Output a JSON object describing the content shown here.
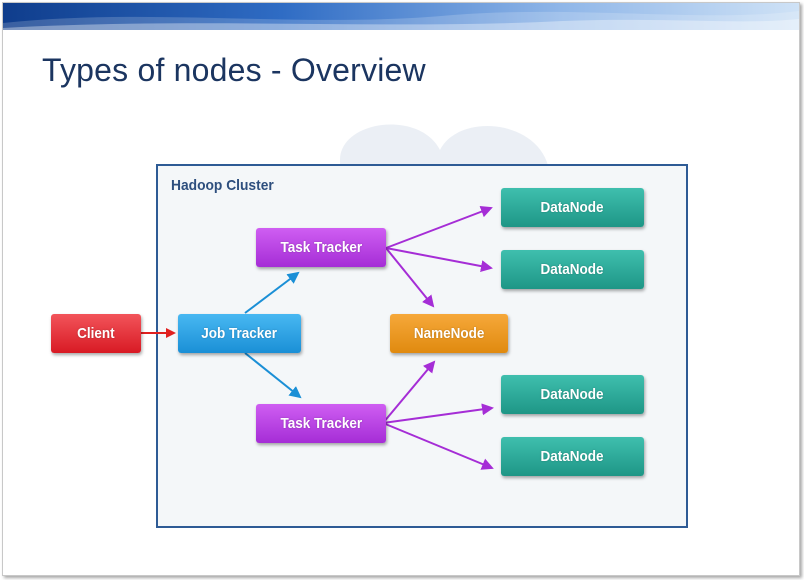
{
  "slide": {
    "title": "Types of nodes - Overview"
  },
  "diagram": {
    "cluster_label": "Hadoop Cluster",
    "nodes": {
      "client": "Client",
      "job_tracker": "Job Tracker",
      "task_tracker_top": "Task Tracker",
      "task_tracker_bottom": "Task Tracker",
      "name_node": "NameNode",
      "data_node_1": "DataNode",
      "data_node_2": "DataNode",
      "data_node_3": "DataNode",
      "data_node_4": "DataNode"
    }
  },
  "colors": {
    "client": "#d81a24",
    "job_tracker": "#1a8fd6",
    "task_tracker": "#a52dd6",
    "name_node": "#e08a0f",
    "data_node": "#1e9686",
    "cluster_border": "#2e5b95",
    "title": "#1b3560"
  }
}
